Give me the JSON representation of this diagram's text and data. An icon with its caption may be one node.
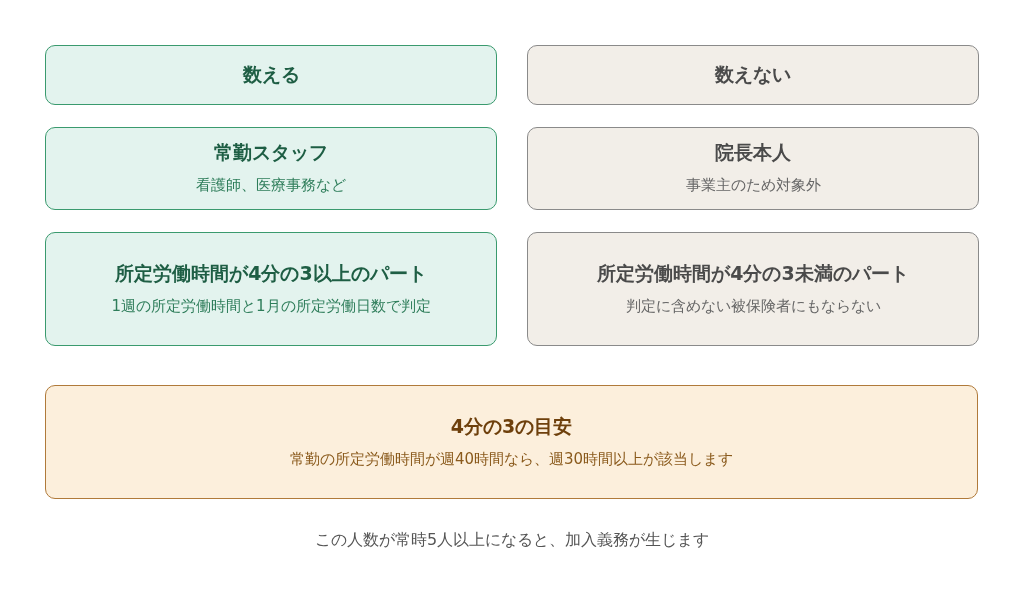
{
  "diagram": {
    "caption": "この人数が常時5人以上になると、加入義務が生じます",
    "nodes": [
      {
        "text": [
          "数える"
        ]
      },
      {
        "text": [
          "数えない"
        ]
      },
      {
        "text": [
          "常勤スタッフ",
          "看護師、医療事務など"
        ]
      },
      {
        "text": [
          "院長本人",
          "事業主のため対象外"
        ]
      },
      {
        "text": [
          "所定労働時間が4分の3以上のパート",
          "1週の所定労働時間と1月の所定労働日数で判定"
        ]
      },
      {
        "text": [
          "所定労働時間が4分の3未満のパート",
          "判定に含めない被保険者にもならない"
        ]
      },
      {
        "text": [
          "4分の3の目安",
          "常勤の所定労働時間が週40時間なら、週30時間以上が該当します"
        ]
      }
    ],
    "edges": []
  }
}
